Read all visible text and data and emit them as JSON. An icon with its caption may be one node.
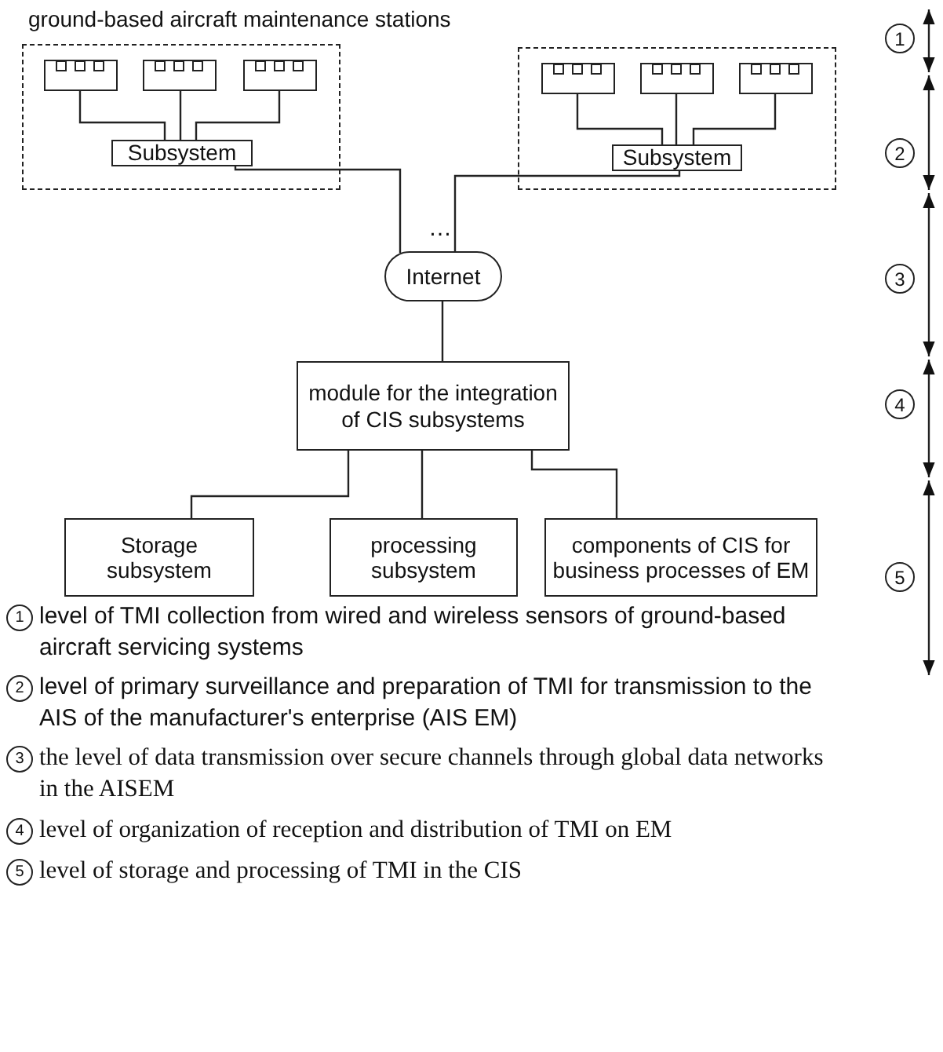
{
  "diagram": {
    "nodes": [
      {
        "text": [
          "ground-based aircraft maintenance stations"
        ]
      },
      {
        "text": [],
        "shape": "box",
        "in": 0
      },
      {
        "text": [],
        "shape": "box",
        "in": 0
      },
      {
        "text": [],
        "shape": "box",
        "in": 0
      },
      {
        "text": [
          "Subsystem"
        ],
        "in": 0
      },
      {
        "text": [],
        "shape": "box"
      },
      {
        "text": [],
        "shape": "box",
        "in": 5
      },
      {
        "text": [],
        "shape": "box",
        "in": 5
      },
      {
        "text": [],
        "shape": "box",
        "in": 5
      },
      {
        "text": [
          "Subsystem"
        ],
        "in": 5
      },
      {
        "text": [
          "Internet"
        ]
      },
      {
        "text": [
          "module for the integration of CIS subsystems"
        ]
      },
      {
        "text": [
          "Storage subsystem"
        ]
      },
      {
        "text": [
          "processing subsystem"
        ]
      },
      {
        "text": [
          "components of CIS for business processes of EM"
        ]
      }
    ],
    "edges": [
      {
        "from": 1,
        "to": 4,
        "arrow": "none"
      },
      {
        "from": 2,
        "to": 4,
        "arrow": "none"
      },
      {
        "from": 3,
        "to": 4,
        "arrow": "none"
      },
      {
        "from": 6,
        "to": 9,
        "arrow": "none"
      },
      {
        "from": 7,
        "to": 9,
        "arrow": "none"
      },
      {
        "from": 8,
        "to": 9,
        "arrow": "none"
      },
      {
        "from": 4,
        "to": 10,
        "arrow": "none"
      },
      {
        "from": 9,
        "to": 10,
        "arrow": "none"
      },
      {
        "from": 10,
        "to": 11,
        "arrow": "none"
      },
      {
        "from": 11,
        "to": 12,
        "arrow": "none"
      },
      {
        "from": 11,
        "to": 13,
        "arrow": "none"
      },
      {
        "from": 11,
        "to": 14,
        "arrow": "none"
      }
    ],
    "labels": [
      "1",
      "2",
      "…",
      "3",
      "4",
      "5",
      "1",
      "level of TMI collection from wired and wireless sensors of ground-based aircraft servicing systems",
      "2",
      "level of primary surveillance and preparation of TMI for transmission to the AIS of the manufacturer's enterprise (AIS EM)",
      "3",
      "the level of data transmission over secure channels through global data networks in the AISEM",
      "4",
      "level of organization of reception and distribution of TMI on EM",
      "5",
      "level of storage and processing of TMI in the CIS"
    ]
  }
}
